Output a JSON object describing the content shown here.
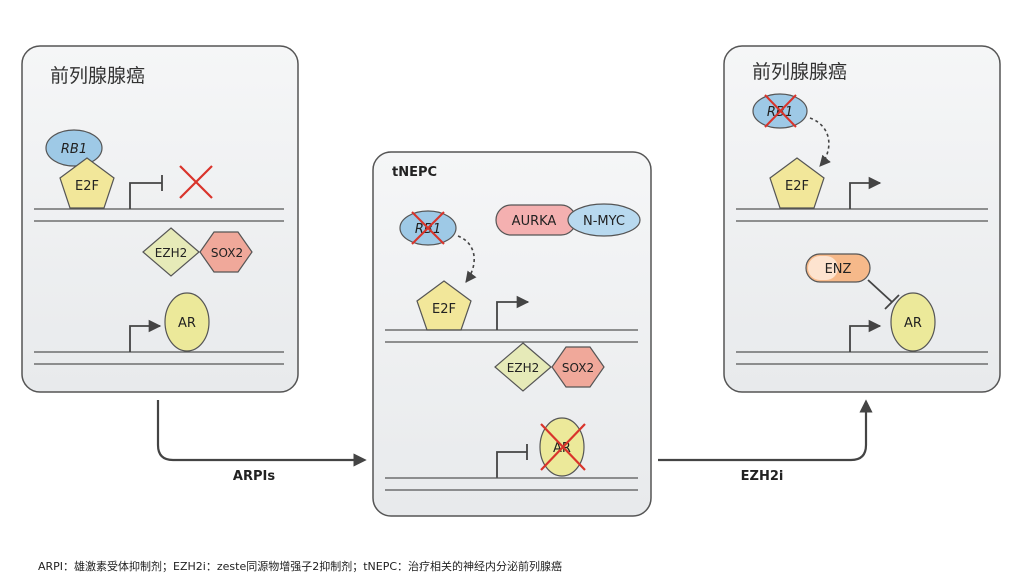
{
  "panels": {
    "left": {
      "title": "前列腺腺癌"
    },
    "middle": {
      "title": "tNEPC"
    },
    "right": {
      "title": "前列腺腺癌"
    }
  },
  "labels": {
    "rb1": "RB1",
    "e2f": "E2F",
    "ezh2": "EZH2",
    "sox2": "SOX2",
    "ar": "AR",
    "aurka": "AURKA",
    "nmyc": "N-MYC",
    "enz": "ENZ"
  },
  "transitions": {
    "arpis": "ARPIs",
    "ezh2i": "EZH2i"
  },
  "caption": {
    "items": [
      "ARPI：雄激素受体抑制剂；",
      "EZH2i：zeste同源物增强子2抑制剂；",
      "tNEPC：治疗相关的神经内分泌前列腺癌"
    ]
  },
  "colors": {
    "panel_fill": "#eef0f2",
    "panel_stroke": "#555555",
    "rb1_fill": "#9ec9e6",
    "e2f_fill": "#f2e79a",
    "ezh2_fill": "#e6eab8",
    "sox2_fill": "#f0a89a",
    "ar_fill": "#ece99a",
    "aurka_fill": "#f4b0b0",
    "nmyc_fill": "#b8d9ef",
    "enz_fill": "#f6b98a",
    "cross": "#d9342b"
  }
}
